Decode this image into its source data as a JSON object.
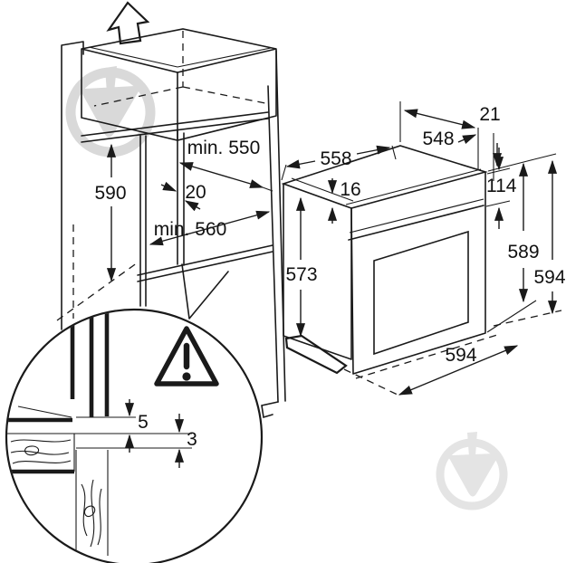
{
  "cabinet_dims": {
    "niche_height": "590",
    "niche_depth_top": "min. 550",
    "rear_gap": "20",
    "niche_depth_bottom": "min. 560"
  },
  "oven_dims": {
    "top_depth": "548",
    "top_offset": "21",
    "top_width": "558",
    "top_lip": "16",
    "panel_height": "114",
    "side_height": "573",
    "height_inner": "589",
    "height_overall": "594",
    "bottom_width": "594"
  },
  "detail_dims": {
    "gap_upper": "5",
    "gap_lower": "3"
  },
  "icons": {
    "direction_arrow": "up-arrow",
    "warning": "exclamation-triangle-icon",
    "watermark": "trowel-ring-logo"
  },
  "colors": {
    "line": "#1a1a1a",
    "background": "#ffffff",
    "watermark_top": "#d9d9d9",
    "watermark_bottom": "#e4e4e4"
  }
}
